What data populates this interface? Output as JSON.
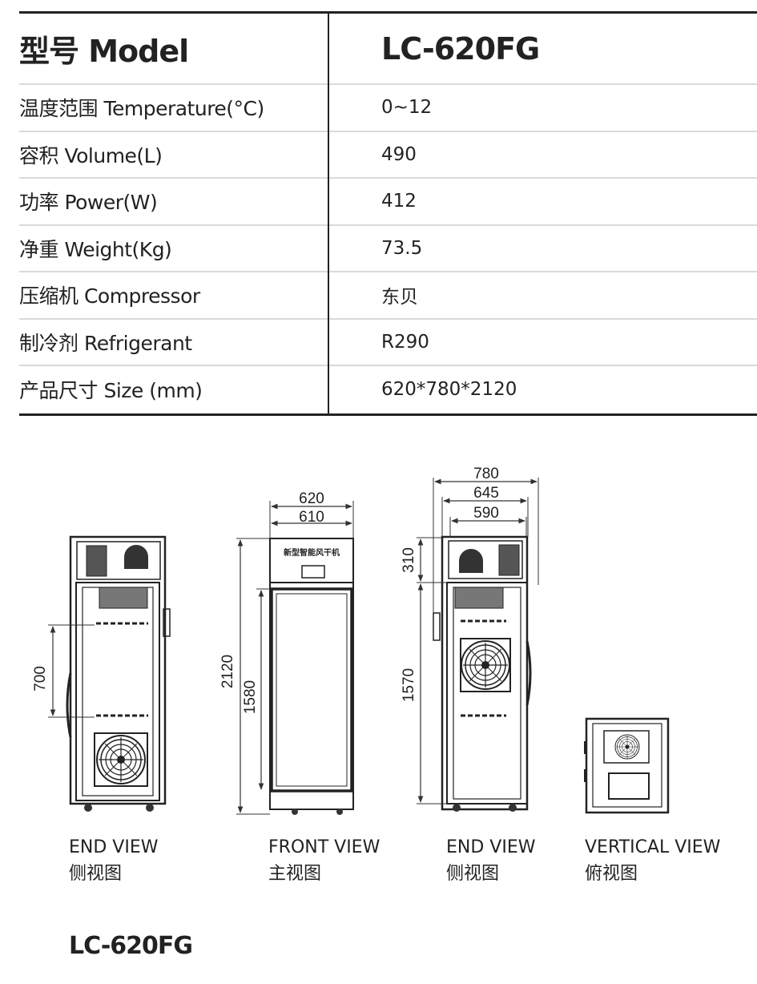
{
  "spec": {
    "header": {
      "label": "型号 Model",
      "value": "LC-620FG"
    },
    "rows": [
      {
        "label": "温度范围 Temperature(°C)",
        "value": "0~12"
      },
      {
        "label": "容积 Volume(L)",
        "value": "490"
      },
      {
        "label": "功率 Power(W)",
        "value": "412"
      },
      {
        "label": "净重 Weight(Kg)",
        "value": "73.5"
      },
      {
        "label": "压缩机 Compressor",
        "value": "东贝"
      },
      {
        "label": "制冷剂 Refrigerant",
        "value": "R290"
      },
      {
        "label": "产品尺寸 Size (mm)",
        "value": "620*780*2120"
      }
    ]
  },
  "drawings": {
    "end_view_left": {
      "dim_700": "700"
    },
    "front_view": {
      "panel_text": "新型智能风干机",
      "dim_620": "620",
      "dim_610": "610",
      "dim_2120": "2120",
      "dim_1580": "1580"
    },
    "end_view_right": {
      "dim_780": "780",
      "dim_645": "645",
      "dim_590": "590",
      "dim_310": "310",
      "dim_1570": "1570"
    }
  },
  "captions": {
    "end_view_1": {
      "en": "END VIEW",
      "zh": "侧视图"
    },
    "front_view": {
      "en": "FRONT VIEW",
      "zh": "主视图"
    },
    "end_view_2": {
      "en": "END VIEW",
      "zh": "侧视图"
    },
    "vertical_view": {
      "en": "VERTICAL VIEW",
      "zh": "俯视图"
    }
  },
  "footer": {
    "model": "LC-620FG"
  }
}
